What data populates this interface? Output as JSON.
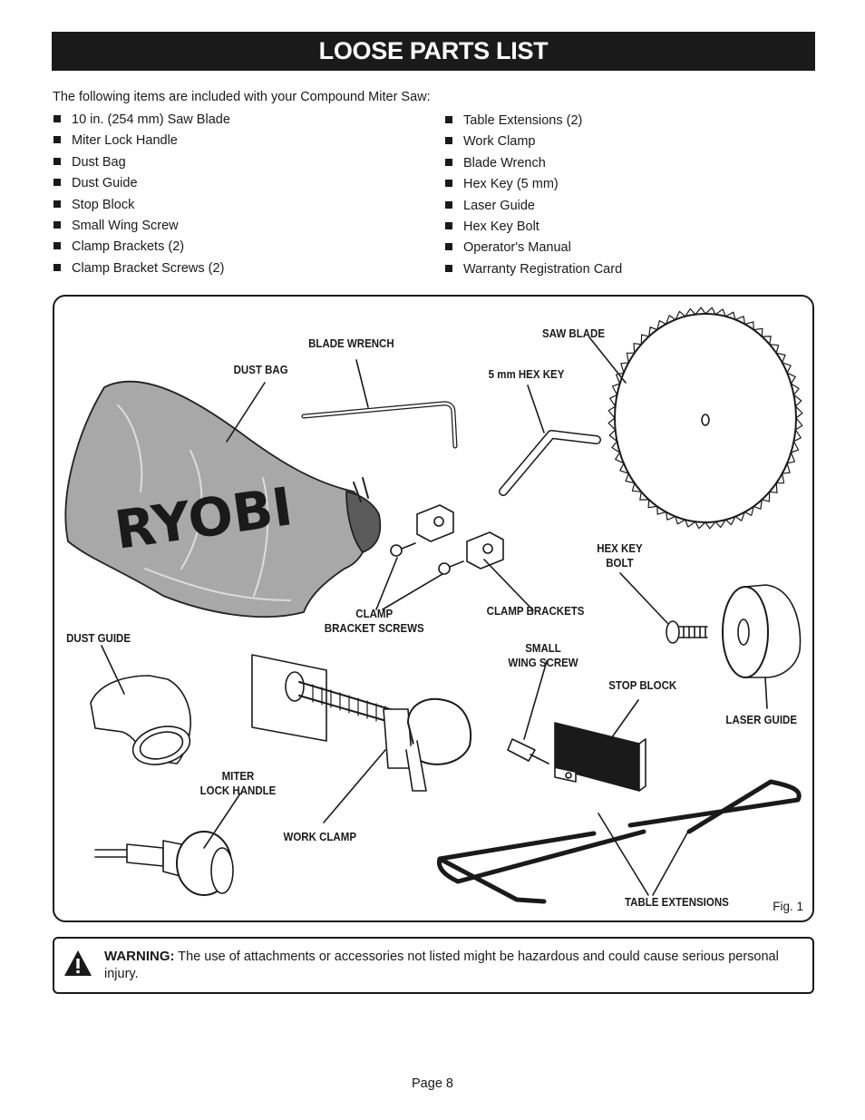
{
  "title": "LOOSE PARTS LIST",
  "intro": "The following items are included with your Compound Miter Saw:",
  "parts_col1": [
    "10 in. (254 mm) Saw Blade",
    "Miter Lock Handle",
    "Dust Bag",
    "Dust Guide",
    "Stop Block",
    "Small Wing Screw",
    "Clamp Brackets (2)",
    "Clamp Bracket Screws (2)"
  ],
  "parts_col2": [
    "Table Extensions (2)",
    "Work Clamp",
    "Blade Wrench",
    "Hex Key (5 mm)",
    "Laser Guide",
    "Hex Key Bolt",
    "Operator's Manual",
    "Warranty Registration Card"
  ],
  "figure": {
    "bag_logo": "RYOBI",
    "labels": {
      "blade_wrench": "BLADE WRENCH",
      "saw_blade": "SAW BLADE",
      "dust_bag": "DUST BAG",
      "hex_key": "5 mm HEX KEY",
      "hex_key_bolt_1": "HEX KEY",
      "hex_key_bolt_2": "BOLT",
      "clamp_screws_1": "CLAMP",
      "clamp_screws_2": "BRACKET SCREWS",
      "clamp_brackets": "CLAMP BRACKETS",
      "dust_guide": "DUST GUIDE",
      "wing_screw_1": "SMALL",
      "wing_screw_2": "WING SCREW",
      "stop_block": "STOP BLOCK",
      "laser_guide": "LASER GUIDE",
      "miter_handle_1": "MITER",
      "miter_handle_2": "LOCK HANDLE",
      "work_clamp": "WORK CLAMP",
      "table_extensions": "TABLE EXTENSIONS"
    },
    "fig_number": "Fig. 1"
  },
  "warning": {
    "label": "WARNING:",
    "text": "The use of attachments or accessories not listed might be hazardous and could cause serious personal injury."
  },
  "page_number": "Page 8"
}
